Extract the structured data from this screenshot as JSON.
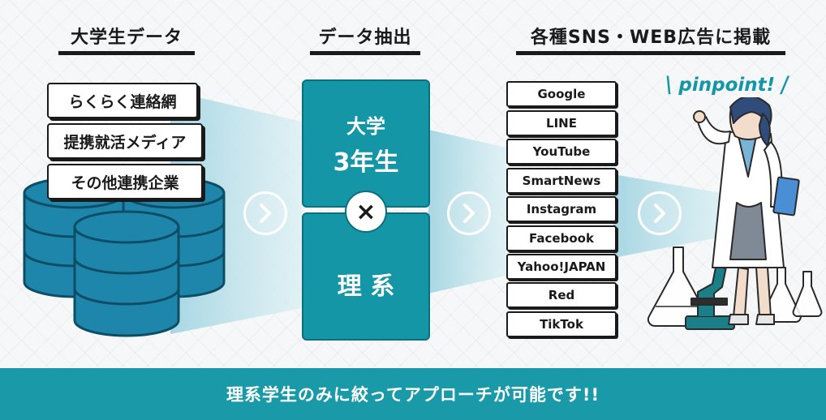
{
  "columns": {
    "data": {
      "title": "大学生データ",
      "sources": [
        "らくらく連絡網",
        "提携就活メディア",
        "その他連携企業"
      ]
    },
    "extract": {
      "title": "データ抽出",
      "box_top_line1": "大学",
      "box_top_line2": "3年生",
      "times": "×",
      "box_bottom": "理 系"
    },
    "ads": {
      "title": "各種SNS・WEB広告に掲載",
      "platforms": [
        "Google",
        "LINE",
        "YouTube",
        "SmartNews",
        "Instagram",
        "Facebook",
        "Yahoo!JAPAN",
        "Red",
        "TikTok"
      ]
    }
  },
  "illustration": {
    "callout": "pinpoint!",
    "slash_left": "\\",
    "slash_right": "/"
  },
  "footer": {
    "text": "理系学生のみに絞ってアプローチが可能です!!"
  },
  "colors": {
    "teal": "#1496a6",
    "teal_dark": "#0b6f7c",
    "footer": "#1a9aa9",
    "db": "#1e86ab",
    "beam": "#b8e0ea"
  },
  "icons": [
    "database-icon",
    "chevron-right-icon",
    "scientist-illustration"
  ]
}
